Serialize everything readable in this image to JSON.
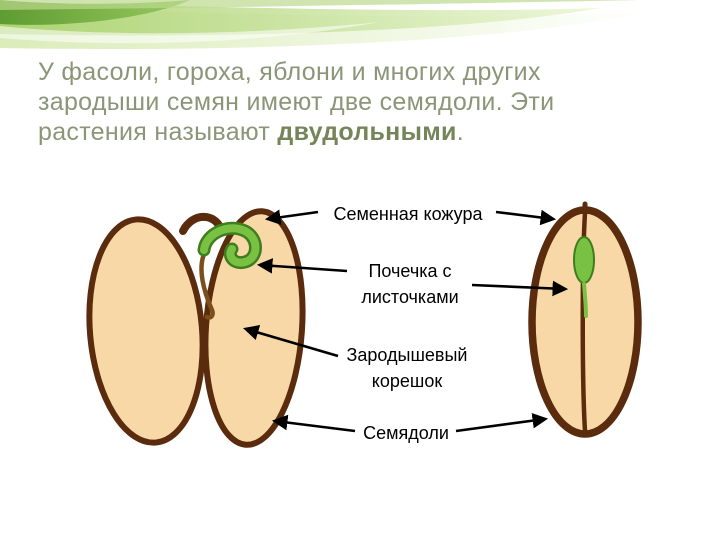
{
  "slide": {
    "intro": {
      "line1": "У фасоли, гороха, яблони и многих других",
      "line2": "зародыши семян имеют две семядоли. Эти",
      "line3_prefix": "растения называют ",
      "line3_bold": "двудольными",
      "line3_suffix": "."
    },
    "diagram": {
      "labels": {
        "seed_coat": "Семенная кожура",
        "bud_line1": "Почечка с",
        "bud_line2": "листочками",
        "root_line1": "Зародышевый",
        "root_line2": "корешок",
        "cotyledons": "Семядоли"
      }
    }
  },
  "colors": {
    "title_text": "#8b9679",
    "title_bold": "#74855a",
    "label_text": "#000000",
    "seed_fill": "#f8d8a6",
    "seed_outline": "#5a2c0d",
    "sprout_fill": "#79c143",
    "sprout_outline": "#3f7d1f",
    "root_stroke": "#7b4f1c",
    "arrow": "#000000",
    "swoosh_dark": "#5f9c31",
    "swoosh_light": "#cfe6a2"
  }
}
